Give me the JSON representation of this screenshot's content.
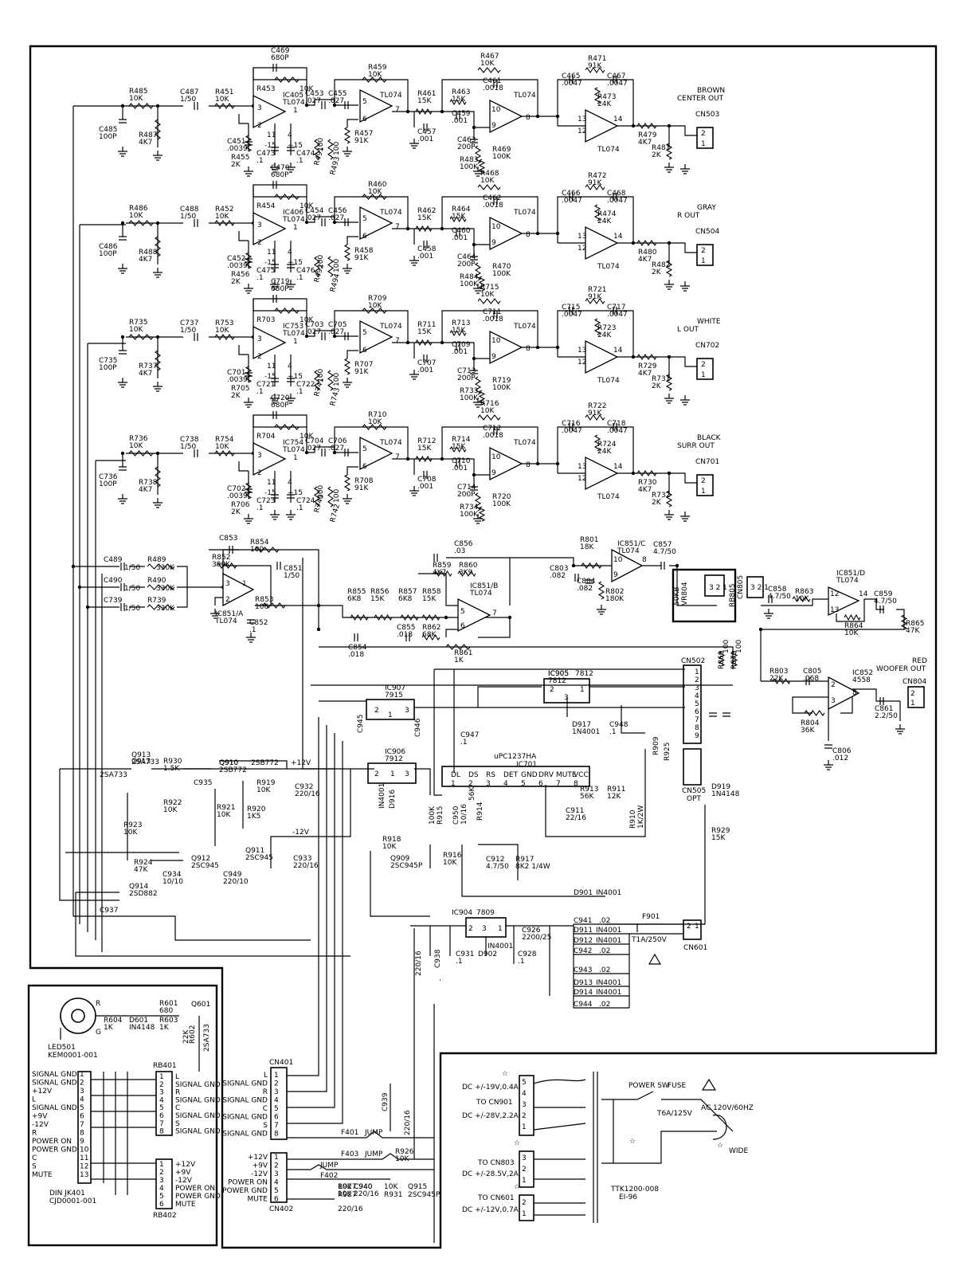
{
  "stages": [
    {
      "pre_res": [
        "R485",
        "10K"
      ],
      "pre_cap": [
        "C485",
        "100P"
      ],
      "pre_res2": [
        "R487",
        "4K7"
      ],
      "in_cap": [
        "C487",
        "1/50"
      ],
      "in_res": [
        "R451",
        "10K"
      ],
      "fb_cap": [
        "C469",
        "680P"
      ],
      "fb_res": [
        "R453",
        "10K"
      ],
      "ic1": [
        "IC405",
        "TL074"
      ],
      "c_a": [
        "C451",
        ".0039"
      ],
      "r_a": [
        "R455",
        "2K"
      ],
      "c_b": [
        "C473",
        ".1"
      ],
      "c_c": [
        "C474",
        ".1"
      ],
      "r_s1": [
        "R491",
        "100"
      ],
      "r_s2": [
        "R493",
        "100"
      ],
      "c_out1": [
        "C453",
        ".027"
      ],
      "c_out2": [
        "C455",
        ".027"
      ],
      "fb2_res": [
        "R459",
        "10K"
      ],
      "r_gnd": [
        "R457",
        "91K"
      ],
      "ic2": "TL074",
      "r_ser": [
        "R461",
        "15K"
      ],
      "c_ser": [
        "C457",
        ".001"
      ],
      "fb3_res": [
        "R467",
        "10K"
      ],
      "c_fb3": [
        "C461",
        ".0018"
      ],
      "r_in3": [
        "R463",
        "15K"
      ],
      "c_in3": [
        "C459",
        ".001"
      ],
      "c_trim": [
        "C463",
        "200P"
      ],
      "r_trim": [
        "R469",
        "100K"
      ],
      "r_trim2": [
        "R483",
        "100K"
      ],
      "ic3": "TL074",
      "fb4_res": [
        "R471",
        "91K"
      ],
      "c_fb4a": [
        "C465",
        ".0047"
      ],
      "c_fb4b": [
        "C467",
        ".0047"
      ],
      "r_fb4": [
        "R473",
        "24K"
      ],
      "ic4": "TL074",
      "out_res": [
        "R479",
        "4K7"
      ],
      "out_res2": [
        "R481",
        "2K"
      ],
      "out_label": [
        "BROWN",
        "CENTER OUT"
      ],
      "conn": "CN503"
    },
    {
      "pre_res": [
        "R486",
        "10K"
      ],
      "pre_cap": [
        "C486",
        "100P"
      ],
      "pre_res2": [
        "R488",
        "4K7"
      ],
      "in_cap": [
        "C488",
        "1/50"
      ],
      "in_res": [
        "R452",
        "10K"
      ],
      "fb_cap": [
        "C470",
        "680P"
      ],
      "fb_res": [
        "R454",
        "10K"
      ],
      "ic1": [
        "IC406",
        "TL074"
      ],
      "c_a": [
        "C452",
        ".0039"
      ],
      "r_a": [
        "R456",
        "2K"
      ],
      "c_b": [
        "C475",
        ".1"
      ],
      "c_c": [
        "C476",
        ".1"
      ],
      "r_s1": [
        "R492",
        "100"
      ],
      "r_s2": [
        "R494",
        "100"
      ],
      "c_out1": [
        "C454",
        ".027"
      ],
      "c_out2": [
        "C456",
        ".027"
      ],
      "fb2_res": [
        "R460",
        "10K"
      ],
      "r_gnd": [
        "R458",
        "91K"
      ],
      "ic2": "TL074",
      "r_ser": [
        "R462",
        "15K"
      ],
      "c_ser": [
        "C458",
        ".001"
      ],
      "fb3_res": [
        "R468",
        "10K"
      ],
      "c_fb3": [
        "C462",
        ".0018"
      ],
      "r_in3": [
        "R464",
        "15K"
      ],
      "c_in3": [
        "C460",
        ".001"
      ],
      "c_trim": [
        "C464",
        "200P"
      ],
      "r_trim": [
        "R470",
        "100K"
      ],
      "r_trim2": [
        "R484",
        "100K"
      ],
      "ic3": "TL074",
      "fb4_res": [
        "R472",
        "91K"
      ],
      "c_fb4a": [
        "C466",
        ".0047"
      ],
      "c_fb4b": [
        "C468",
        ".0047"
      ],
      "r_fb4": [
        "R474",
        "24K"
      ],
      "ic4": "TL074",
      "out_res": [
        "R480",
        "4K7"
      ],
      "out_res2": [
        "R482",
        "2K"
      ],
      "out_label": [
        "GRAY",
        "R OUT"
      ],
      "conn": "CN504"
    },
    {
      "pre_res": [
        "R735",
        "10K"
      ],
      "pre_cap": [
        "C735",
        "100P"
      ],
      "pre_res2": [
        "R737",
        "4K7"
      ],
      "in_cap": [
        "C737",
        "1/50"
      ],
      "in_res": [
        "R753",
        "10K"
      ],
      "fb_cap": [
        "C719",
        "680P"
      ],
      "fb_res": [
        "R703",
        "10K"
      ],
      "ic1": [
        "IC753",
        "TL074"
      ],
      "c_a": [
        "C701",
        ".0039"
      ],
      "r_a": [
        "R705",
        "2K"
      ],
      "c_b": [
        "C721",
        ".1"
      ],
      "c_c": [
        "C722",
        ".1"
      ],
      "r_s1": [
        "R741",
        "100"
      ],
      "r_s2": [
        "R743",
        "100"
      ],
      "c_out1": [
        "C703",
        ".027"
      ],
      "c_out2": [
        "C705",
        ".027"
      ],
      "fb2_res": [
        "R709",
        "10K"
      ],
      "r_gnd": [
        "R707",
        "91K"
      ],
      "ic2": "TL074",
      "r_ser": [
        "R711",
        "15K"
      ],
      "c_ser": [
        "C707",
        ".001"
      ],
      "fb3_res": [
        "R715",
        "10K"
      ],
      "c_fb3": [
        "C711",
        ".0018"
      ],
      "r_in3": [
        "R713",
        "15K"
      ],
      "c_in3": [
        "C709",
        ".001"
      ],
      "c_trim": [
        "C713",
        "200P"
      ],
      "r_trim": [
        "R719",
        "100K"
      ],
      "r_trim2": [
        "R733",
        "100K"
      ],
      "ic3": "TL074",
      "fb4_res": [
        "R721",
        "91K"
      ],
      "c_fb4a": [
        "C715",
        ".0047"
      ],
      "c_fb4b": [
        "C717",
        ".0047"
      ],
      "r_fb4": [
        "R723",
        "24K"
      ],
      "ic4": "TL074",
      "out_res": [
        "R729",
        "4K7"
      ],
      "out_res2": [
        "R731",
        "2K"
      ],
      "out_label": [
        "WHITE",
        "L OUT"
      ],
      "conn": "CN702"
    },
    {
      "pre_res": [
        "R736",
        "10K"
      ],
      "pre_cap": [
        "C736",
        "100P"
      ],
      "pre_res2": [
        "R738",
        "4K7"
      ],
      "in_cap": [
        "C738",
        "1/50"
      ],
      "in_res": [
        "R754",
        "10K"
      ],
      "fb_cap": [
        "C720",
        "680P"
      ],
      "fb_res": [
        "R704",
        "10K"
      ],
      "ic1": [
        "IC754",
        "TL074"
      ],
      "c_a": [
        "C702",
        ".0039"
      ],
      "r_a": [
        "R706",
        "2K"
      ],
      "c_b": [
        "C723",
        ".1"
      ],
      "c_c": [
        "C724",
        ".1"
      ],
      "r_s1": [
        "R740",
        "100"
      ],
      "r_s2": [
        "R742",
        "100"
      ],
      "c_out1": [
        "C704",
        ".027"
      ],
      "c_out2": [
        "C706",
        ".027"
      ],
      "fb2_res": [
        "R710",
        "10K"
      ],
      "r_gnd": [
        "R708",
        "91K"
      ],
      "ic2": "TL074",
      "r_ser": [
        "R712",
        "15K"
      ],
      "c_ser": [
        "C708",
        ".001"
      ],
      "fb3_res": [
        "R716",
        "10K"
      ],
      "c_fb3": [
        "C712",
        ".0018"
      ],
      "r_in3": [
        "R714",
        "15K"
      ],
      "c_in3": [
        "C710",
        ".001"
      ],
      "c_trim": [
        "C714",
        "200P"
      ],
      "r_trim": [
        "R720",
        "100K"
      ],
      "r_trim2": [
        "R734",
        "100K"
      ],
      "ic3": "TL074",
      "fb4_res": [
        "R722",
        "91K"
      ],
      "c_fb4a": [
        "C716",
        ".0047"
      ],
      "c_fb4b": [
        "C718",
        ".0047"
      ],
      "r_fb4": [
        "R724",
        "24K"
      ],
      "ic4": "TL074",
      "out_res": [
        "R730",
        "4K7"
      ],
      "out_res2": [
        "R732",
        "2K"
      ],
      "out_label": [
        "BLACK",
        "SURR OUT"
      ],
      "conn": "CN701"
    }
  ],
  "woofer": {
    "in_caps": [
      [
        "C489",
        "1/50"
      ],
      [
        "C490",
        "1/50"
      ],
      [
        "C739",
        "1/50"
      ]
    ],
    "in_res": [
      [
        "R489",
        "330K"
      ],
      [
        "R490",
        "330K"
      ],
      [
        "R739",
        "330K"
      ]
    ],
    "c853": "C853",
    "r854": [
      "R854",
      "100"
    ],
    "r852": [
      "R852",
      "390K"
    ],
    "c851": [
      "C851",
      "1/50"
    ],
    "ic851a": [
      "IC851/A",
      "TL074"
    ],
    "r853": [
      "R853",
      "100"
    ],
    "c852": [
      "C852",
      ".1"
    ],
    "c856": [
      "C856",
      ".03"
    ],
    "r859": [
      "R859",
      "4K7"
    ],
    "r860": [
      "R860",
      "3K9"
    ],
    "ic851b": [
      "IC851/B",
      "TL074"
    ],
    "r855": [
      "R855",
      "6K8"
    ],
    "r856": [
      "R856",
      "15K"
    ],
    "r857": [
      "R857",
      "6K8"
    ],
    "r858": [
      "R858",
      "15K"
    ],
    "c854": [
      "C854",
      ".018"
    ],
    "c855": [
      "C855",
      ".018"
    ],
    "r862": [
      "R862",
      "68K"
    ],
    "r861": [
      "R861",
      "1K"
    ],
    "r801": [
      "R801",
      "18K"
    ],
    "c803": [
      "C803",
      ".082"
    ],
    "c804": [
      "C804",
      ".082"
    ],
    "r802": [
      "R802",
      "180K"
    ],
    "ic851c": [
      "IC851/C",
      "TL074"
    ],
    "c857": [
      "C857",
      "4.7/50"
    ],
    "vr": [
      "VR804",
      "50KB"
    ],
    "cn805": "CN805",
    "rb805": "RB805",
    "c858": [
      "C858",
      "4.7/50"
    ],
    "r863": [
      "R863",
      "10K"
    ],
    "r864": [
      "R864",
      "10K"
    ],
    "ic851d": [
      "IC851/D",
      "TL074"
    ],
    "c859": [
      "C859",
      "4.7/50"
    ],
    "r865": [
      "R865",
      "47K"
    ],
    "r869": [
      "R869",
      "100"
    ],
    "r870": [
      "R870",
      "100"
    ],
    "r803": [
      "R803",
      "22K"
    ],
    "c805": [
      "C805",
      ".068"
    ],
    "ic852": [
      "IC852",
      "4558"
    ],
    "r804": [
      "R804",
      "36K"
    ],
    "c806": [
      "C806",
      ".012"
    ],
    "c861": [
      "C861",
      "2.2/50"
    ],
    "out_label": [
      "RED",
      "WOOFER OUT"
    ],
    "conn": "CN804"
  },
  "protection": {
    "ic905": [
      "IC905",
      "7812"
    ],
    "ic907": [
      "IC907",
      "7915"
    ],
    "ic906": [
      "IC906",
      "7912"
    ],
    "d917": [
      "D917",
      "1N4001"
    ],
    "c948": [
      "C948",
      ".1"
    ],
    "c947": [
      "C947",
      ".1"
    ],
    "c945": "C945",
    "c946": "C946",
    "ic701": [
      "IC701",
      "uPC1237HA"
    ],
    "pins": [
      "DL",
      "DS",
      "RS",
      "DET",
      "GND",
      "DRV",
      "MUTE",
      "VCC"
    ],
    "pin_nums": [
      "1",
      "2",
      "3",
      "4",
      "5",
      "6",
      "7",
      "8"
    ],
    "d901x": [
      "IN4001",
      "D916"
    ],
    "r915": [
      "R915",
      "100K"
    ],
    "r914": [
      "R914",
      "56K"
    ],
    "c950": [
      "C950",
      "10/16"
    ],
    "r913": [
      "R913",
      "56K"
    ],
    "r911": [
      "R911",
      "12K"
    ],
    "c911": [
      "C911",
      "22/16"
    ],
    "r910": [
      "R910",
      "1K/2W"
    ],
    "cn502": "CN502",
    "r909": "R909",
    "r925": "R925",
    "cn505": [
      "CN505",
      "OPT"
    ],
    "d919": [
      "D919",
      "1N4148"
    ],
    "r929": [
      "R929",
      "15K"
    ],
    "q913": [
      "Q913",
      "2SA733"
    ],
    "r930": [
      "R930",
      "1.5K"
    ],
    "q910": [
      "Q910",
      "2SB772"
    ],
    "v12p": "+12V",
    "c935": "C935",
    "r922": [
      "R922",
      "10K"
    ],
    "r919": [
      "R919",
      "10K"
    ],
    "c932": [
      "C932",
      "220/16"
    ],
    "r921": [
      "R921",
      "10K"
    ],
    "r920": [
      "R920",
      "1K5"
    ],
    "r923": [
      "R923",
      "10K"
    ],
    "q912": [
      "Q912",
      "2SC945"
    ],
    "q911": [
      "Q911",
      "2SC945"
    ],
    "v12n": "-12V",
    "r924": [
      "R924",
      "47K"
    ],
    "c934": [
      "C934",
      "10/10"
    ],
    "c949": [
      "C949",
      "220/10"
    ],
    "c933": [
      "C933",
      "220/16"
    ],
    "q914": [
      "Q914",
      "2SD882"
    ],
    "c937": "C937",
    "r918": [
      "R918",
      "10K"
    ],
    "q909": [
      "Q909",
      "2SC945P"
    ],
    "r916": [
      "R916",
      "10K"
    ],
    "c912": [
      "C912",
      "4.7/50"
    ],
    "r917": [
      "R917",
      "8K2 1/4W"
    ]
  },
  "power": {
    "ic904": [
      "IC904",
      "7809"
    ],
    "c926": [
      "C926",
      "2200/25"
    ],
    "c928": [
      "C928",
      ".1"
    ],
    "c938": [
      "C938",
      "220/16"
    ],
    "c931": [
      "C931",
      ".1"
    ],
    "d902": [
      "D902",
      "IN4001"
    ],
    "diodes": [
      [
        "D901",
        "IN4001"
      ],
      [
        "D911",
        "IN4001"
      ],
      [
        "D912",
        "IN4001"
      ],
      [
        "D913",
        "IN4001"
      ],
      [
        "D914",
        "IN4001"
      ]
    ],
    "caps": [
      [
        "C941",
        ".02"
      ],
      [
        "C942",
        ".02"
      ],
      [
        "C943",
        ".02"
      ],
      [
        "C944",
        ".02"
      ]
    ],
    "f901": [
      "F901",
      "T1A/250V"
    ],
    "cn601": "CN601"
  },
  "led_block": {
    "r_lbl": "R",
    "g_lbl": "G",
    "led": [
      "LED501",
      "KEM0001-001"
    ],
    "r604": [
      "R604",
      "1K"
    ],
    "d601": [
      "D601",
      "IN4148"
    ],
    "r601": [
      "R601",
      "680"
    ],
    "r603": [
      "R603",
      "1K"
    ],
    "r602": [
      "R602",
      "22K"
    ],
    "q601": [
      "Q601",
      "2SA733"
    ],
    "rb401": "RB401",
    "rb402": "RB402",
    "din_left": [
      "SIGNAL GND",
      "SIGNAL GND",
      "+12V",
      "L",
      "SIGNAL GND",
      "+9V",
      "-12V",
      "R",
      "POWER ON",
      "POWER GND",
      "C",
      "S",
      "MUTE"
    ],
    "din_nums": [
      "1",
      "2",
      "3",
      "4",
      "5",
      "6",
      "7",
      "8",
      "9",
      "10",
      "11",
      "12",
      "13"
    ],
    "din": [
      "DIN JK401",
      "CJD0001-001"
    ],
    "rb401_labels": [
      "L",
      "SIGNAL GND",
      "R",
      "SIGNAL GND",
      "C",
      "SIGNAL GND",
      "S",
      "SIGNAL GND"
    ],
    "rb402_labels": [
      "+12V",
      "+9V",
      "-12V",
      "POWER ON",
      "POWER GND",
      "MUTE"
    ]
  },
  "cn_block": {
    "cn401": "CN401",
    "cn401_labels": [
      "L",
      "SIGNAL GND",
      "R",
      "SIGNAL GND",
      "C",
      "SIGNAL GND",
      "S",
      "SIGNAL GND"
    ],
    "cn402": "CN402",
    "cn402_labels": [
      "+12V",
      "+9V",
      "-12V",
      "POWER ON",
      "POWER GND",
      "MUTE"
    ],
    "f401": [
      "F401",
      "JUMP"
    ],
    "f403": [
      "F403",
      "JUMP"
    ],
    "f402": [
      "F402",
      "JUMP"
    ],
    "c939": [
      "C939",
      "220/16"
    ],
    "r926": [
      "R926",
      "10K"
    ],
    "r927": [
      "R927",
      "10K"
    ],
    "c940": [
      "C940",
      "220/16"
    ],
    "r931": [
      "R931",
      "10K"
    ],
    "q915": [
      "Q915",
      "2SC945P"
    ]
  },
  "transformer": {
    "tap1": [
      "DC +/-19V,0.4A",
      "TO CN901",
      "DC +/-28V,2.2A"
    ],
    "tap2": [
      "TO CN803",
      "DC +/-28.5V,2A"
    ],
    "tap3": [
      "TO CN601",
      "DC +/-12V,0.7A"
    ],
    "power_sw": "POWER SW",
    "fuse": "FUSE",
    "fuse_val": "T6A/125V",
    "ac": "AC 120V/60HZ",
    "wide": "WIDE",
    "model": [
      "TTK1200-008",
      "EI-96"
    ],
    "pins1": [
      "5",
      "4",
      "3",
      "2",
      "1"
    ],
    "pins2": [
      "3",
      "2",
      "1"
    ],
    "pins3": [
      "2",
      "1"
    ]
  }
}
